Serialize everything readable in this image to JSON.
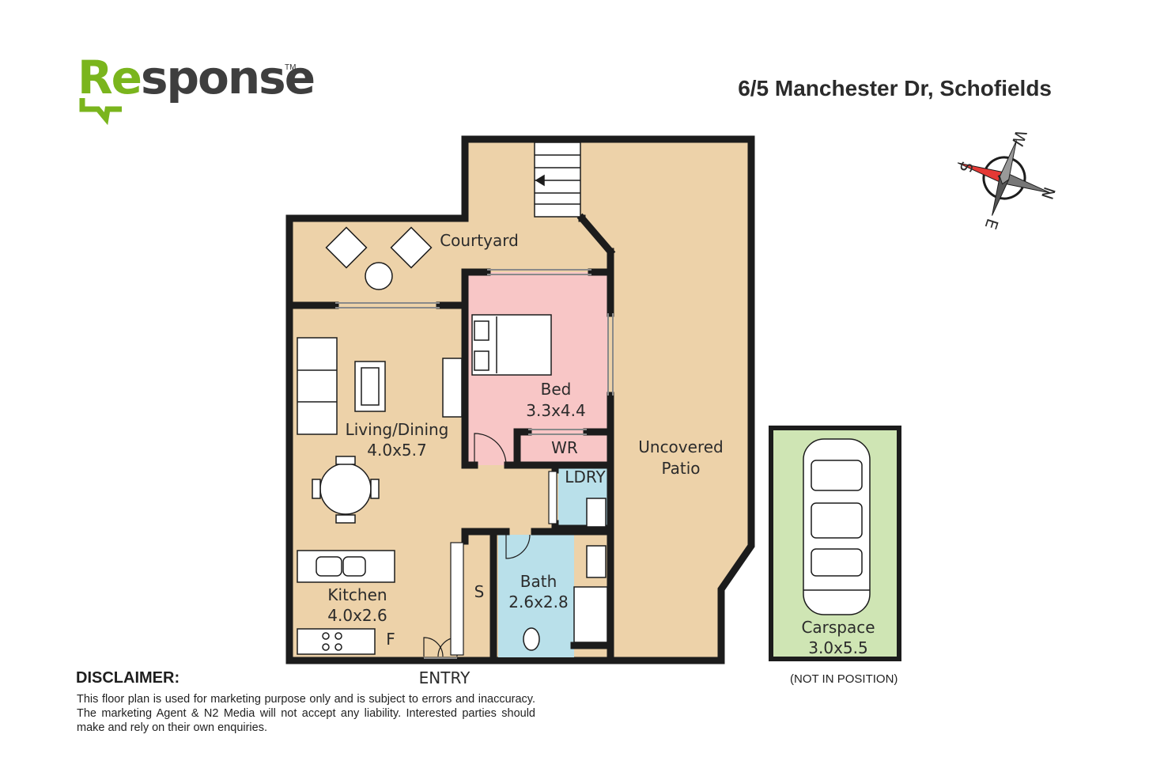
{
  "brand": {
    "logo_prefix": "Re",
    "logo_suffix": "sponse",
    "trademark": "TM",
    "colors": {
      "green": "#7ab51d",
      "grey": "#3e3e3e"
    }
  },
  "address": "6/5 Manchester Dr, Schofields",
  "compass": {
    "n": "N",
    "s": "S",
    "e": "E",
    "w": "W"
  },
  "rooms": {
    "courtyard": {
      "name": "Courtyard"
    },
    "bed": {
      "name": "Bed",
      "size": "3.3x4.4"
    },
    "wr": {
      "name": "WR"
    },
    "living": {
      "name": "Living/Dining",
      "size": "4.0x5.7"
    },
    "ldry": {
      "name": "LDRY"
    },
    "patio": {
      "name1": "Uncovered",
      "name2": "Patio"
    },
    "bath": {
      "name": "Bath",
      "size": "2.6x2.8"
    },
    "kitchen": {
      "name": "Kitchen",
      "size": "4.0x2.6"
    },
    "storage": {
      "name": "S"
    },
    "fridge": {
      "name": "F"
    },
    "carspace": {
      "name": "Carspace",
      "size": "3.0x5.5"
    }
  },
  "entry_label": "ENTRY",
  "carspace_note": "(NOT IN POSITION)",
  "disclaimer": {
    "title": "DISCLAIMER:",
    "body": "This floor plan is used for marketing purpose only and is subject to errors and inaccuracy. The marketing Agent & N2 Media will not accept any liability. Interested parties should make and rely on their own enquiries."
  },
  "colors": {
    "floor": "#edd2a9",
    "bedroom": "#f8c6c6",
    "wet": "#b9e0ea",
    "carspace": "#cfe5b4",
    "wall": "#1c1c1c",
    "compass_red": "#e53935"
  }
}
